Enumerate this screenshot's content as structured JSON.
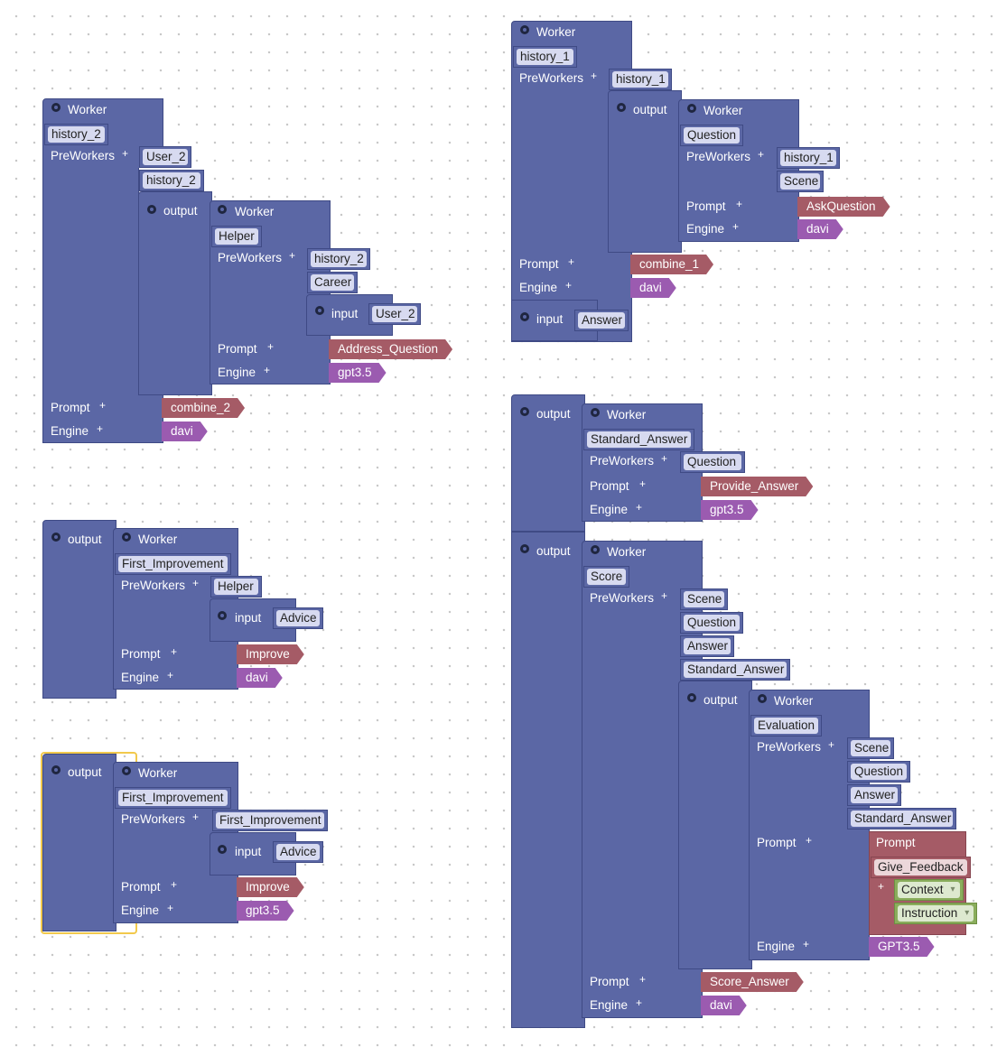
{
  "labels": {
    "worker": "Worker",
    "preworkers": "PreWorkers",
    "prompt": "Prompt",
    "engine": "Engine",
    "output": "output",
    "input": "input",
    "add": "+"
  },
  "blocks": {
    "a": {
      "name": "history_2",
      "pre": [
        "User_2",
        "history_2"
      ],
      "inner": {
        "name": "Helper",
        "pre": [
          "history_2",
          "Career"
        ],
        "input": "User_2",
        "prompt": "Address_Question",
        "engine": "gpt3.5"
      },
      "prompt": "combine_2",
      "engine": "davi"
    },
    "b": {
      "name": "First_Improvement",
      "pre": [
        "Helper"
      ],
      "input": "Advice",
      "prompt": "Improve",
      "engine": "davi"
    },
    "c": {
      "name": "First_Improvement",
      "pre": [
        "First_Improvement"
      ],
      "input": "Advice",
      "prompt": "Improve",
      "engine": "gpt3.5"
    },
    "d": {
      "name": "history_1",
      "pre": [
        "history_1"
      ],
      "inner": {
        "name": "Question",
        "pre": [
          "history_1",
          "Scene"
        ],
        "prompt": "AskQuestion",
        "engine": "davi"
      },
      "prompt": "combine_1",
      "engine": "davi",
      "input": "Answer"
    },
    "e": {
      "name": "Standard_Answer",
      "pre": [
        "Question"
      ],
      "prompt": "Provide_Answer",
      "engine": "gpt3.5"
    },
    "f": {
      "name": "Score",
      "pre": [
        "Scene",
        "Question",
        "Answer",
        "Standard_Answer"
      ],
      "inner": {
        "name": "Evaluation",
        "pre": [
          "Scene",
          "Question",
          "Answer",
          "Standard_Answer"
        ],
        "prompt_block_label": "Prompt",
        "prompt": "Give_Feedback",
        "fields": [
          "Context",
          "Instruction"
        ],
        "engine": "GPT3.5"
      },
      "prompt": "Score_Answer",
      "engine": "davi"
    }
  }
}
